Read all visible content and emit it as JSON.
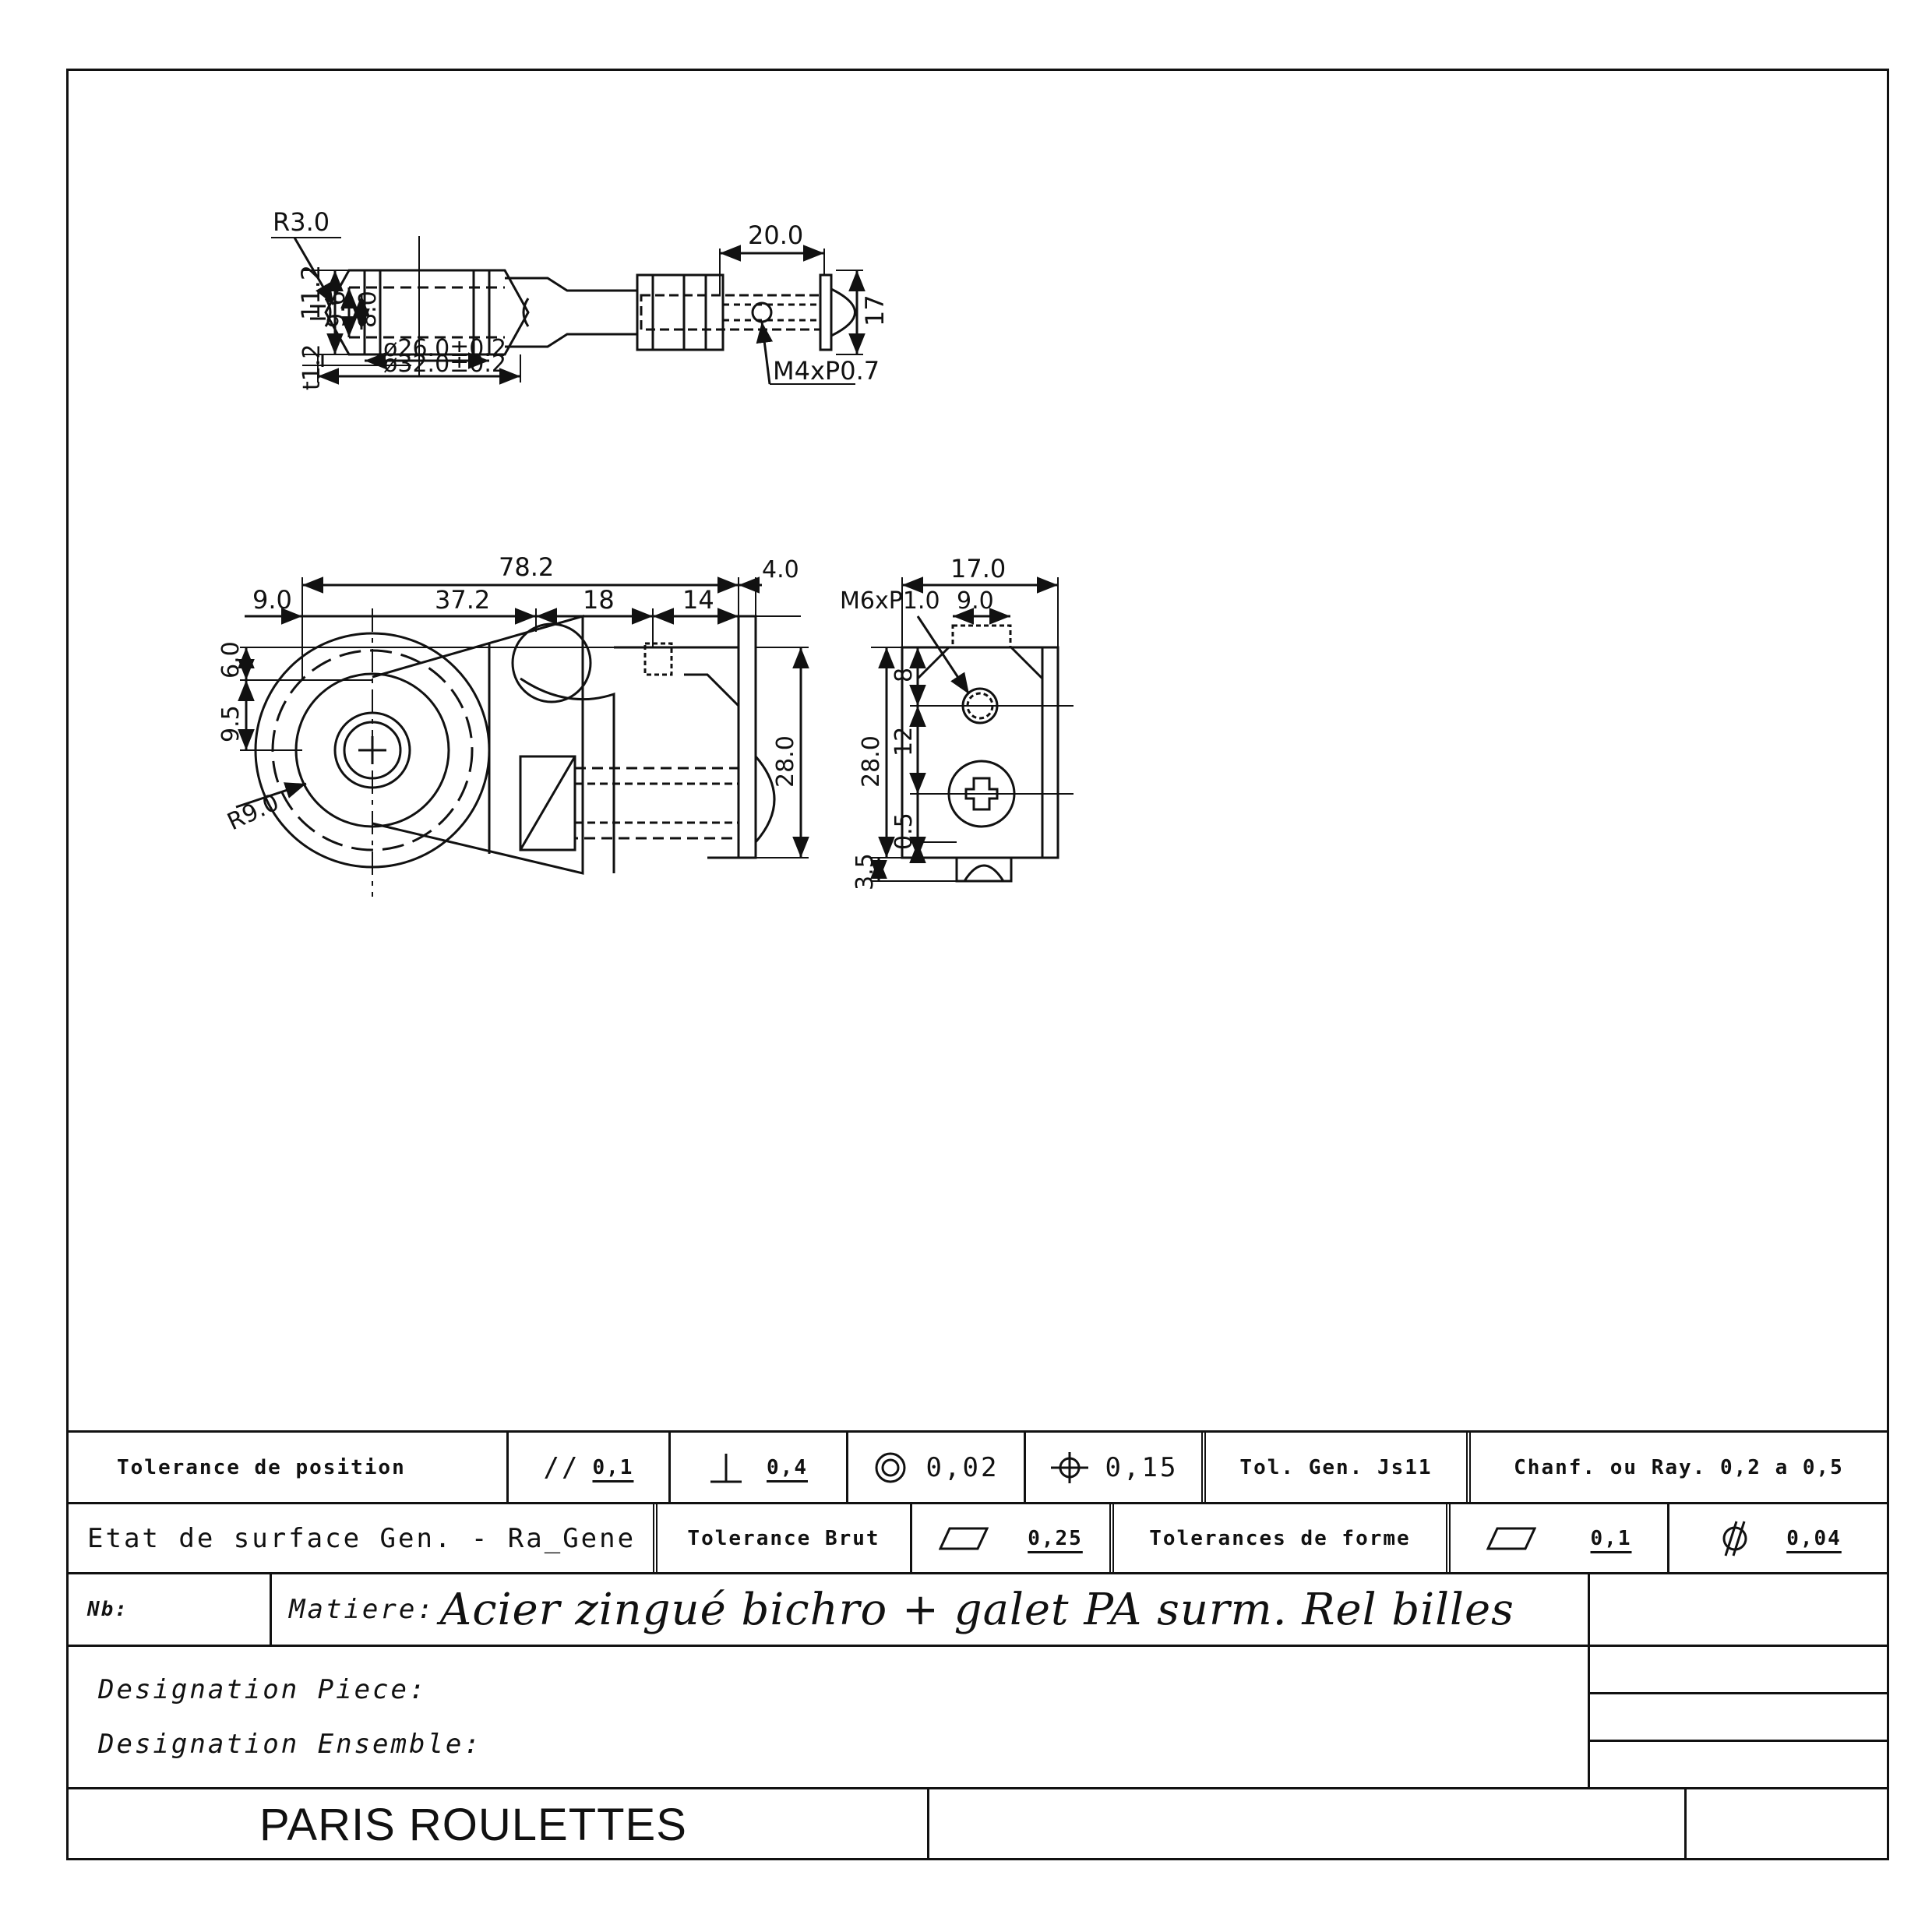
{
  "views": {
    "top": {
      "dims": {
        "r3": "R3.0",
        "d20": "20.0",
        "h112": "11.2",
        "h96": "9.6",
        "h80": "8.0",
        "t112": "t1.2",
        "dia26": "ø26.0±0.2",
        "dia32": "ø32.0±0.2",
        "thread": "M4xP0.7",
        "h17": "17"
      }
    },
    "front": {
      "dims": {
        "d782": "78.2",
        "d40": "4.0",
        "d90": "9.0",
        "d372": "37.2",
        "d18": "18",
        "d14": "14",
        "v60": "6.0",
        "v95": "9.5",
        "r90": "R9.0",
        "v280": "28.0"
      }
    },
    "side": {
      "dims": {
        "d170": "17.0",
        "thread": "M6xP1.0",
        "d90": "9.0",
        "v8": "8",
        "v280": "28.0",
        "v12": "12",
        "v05": "0.5",
        "v35": "3.5"
      }
    }
  },
  "title_block": {
    "row1": {
      "label": "Tolerance de position",
      "parallel_sym": "//",
      "parallel_val": "0,1",
      "perp_val": "0,4",
      "conc_val": "0,02",
      "pos_val": "0,15",
      "tol_gen": "Tol. Gen. Js11",
      "chanf": "Chanf. ou Ray.  0,2 a 0,5"
    },
    "row2": {
      "label": "Etat de surface Gen. - Ra_Gene",
      "tol_brut": "Tolerance Brut",
      "flat_val": "0,25",
      "tol_forme": "Tolerances de forme",
      "flat2_val": "0,1",
      "cyl_val": "0,04"
    },
    "row3": {
      "nb": "Nb:",
      "matiere_label": "Matiere:",
      "matiere_value": "Acier zingué bichro + galet PA surm. Rel billes"
    },
    "row4": {
      "designation_piece": "Designation Piece:",
      "designation_ensemble": "Designation Ensemble:"
    },
    "row5": {
      "company": "PARIS ROULETTES"
    }
  }
}
